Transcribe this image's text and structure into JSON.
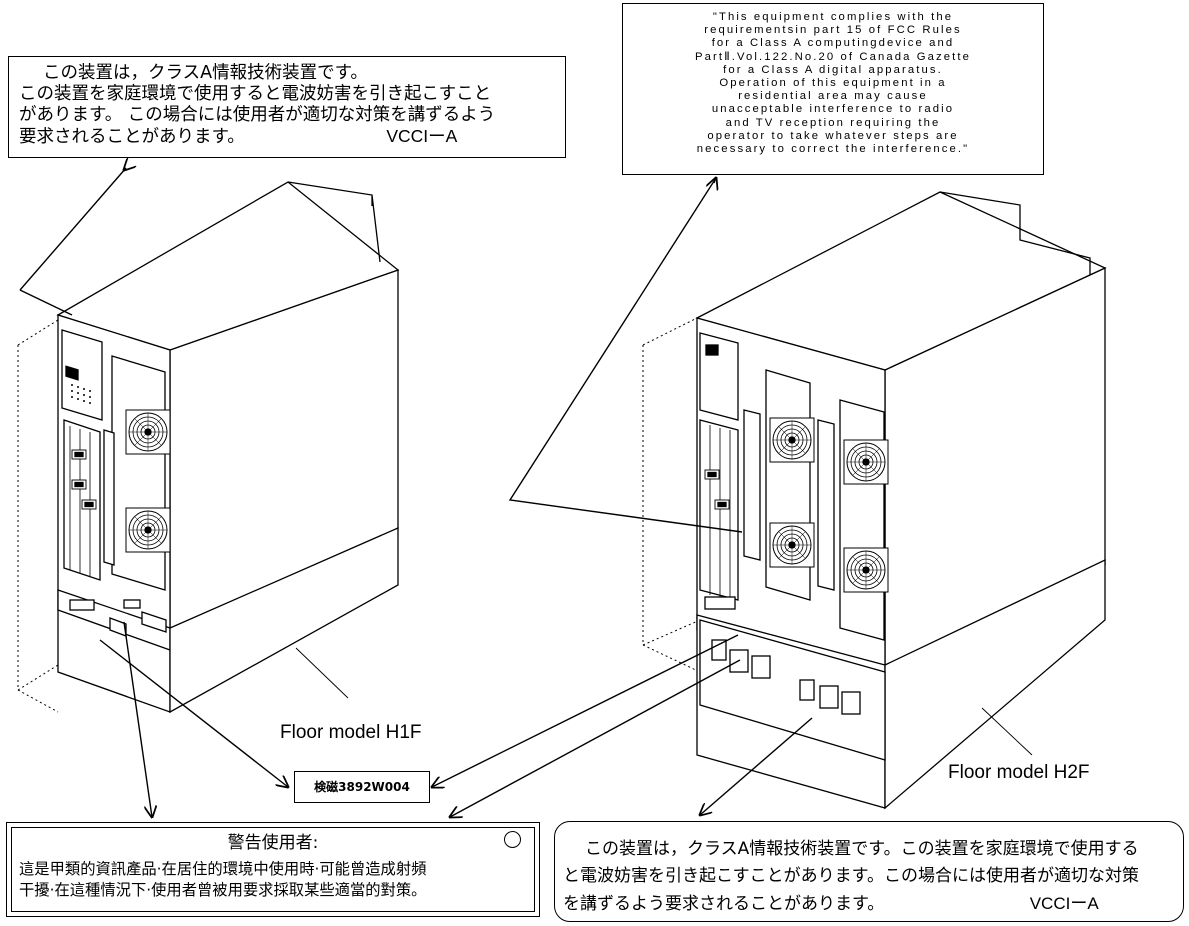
{
  "vcci_label_left": {
    "lines": [
      "この装置は，クラスA情報技術装置です。",
      "この装置を家庭環境で使用すると電波妨害を引き起こすこと",
      "があります。 この場合には使用者が適切な対策を講ずるよう",
      "要求されることがあります。"
    ],
    "mark": "VCCIーA"
  },
  "fcc_label": {
    "lines": [
      "\"This equipment complies with the",
      "requirementsin part 15 of FCC Rules",
      "for a Class A computingdevice and",
      "PartⅡ.Vol.122.No.20 of Canada Gazette",
      "for a Class A digital apparatus.",
      "Operation of this equipment in a",
      "residential area may cause",
      "unacceptable interference to radio",
      "and TV reception requiring the",
      "operator to take whatever steps are",
      "necessary to correct the interference.\""
    ]
  },
  "kensa_label": {
    "text": "検磁3892W004"
  },
  "bsmi_label": {
    "title": "警告使用者:",
    "lines": [
      "這是甲類的資訊產品‧在居住的環境中使用時‧可能曾造成射頻",
      "干擾‧在這種情況下‧使用者曾被用要求採取某些適當的對策。"
    ]
  },
  "vcci_label_right": {
    "lines": [
      "この装置は，クラスA情報技術装置です。この装置を家庭環境で使用する",
      "と電波妨害を引き起こすことがあります。この場合には使用者が適切な対策",
      "を講ずるよう要求されることがあります。"
    ],
    "mark": "VCCIーA"
  },
  "models": {
    "h1f": "Floor model H1F",
    "h2f": "Floor model H2F"
  }
}
